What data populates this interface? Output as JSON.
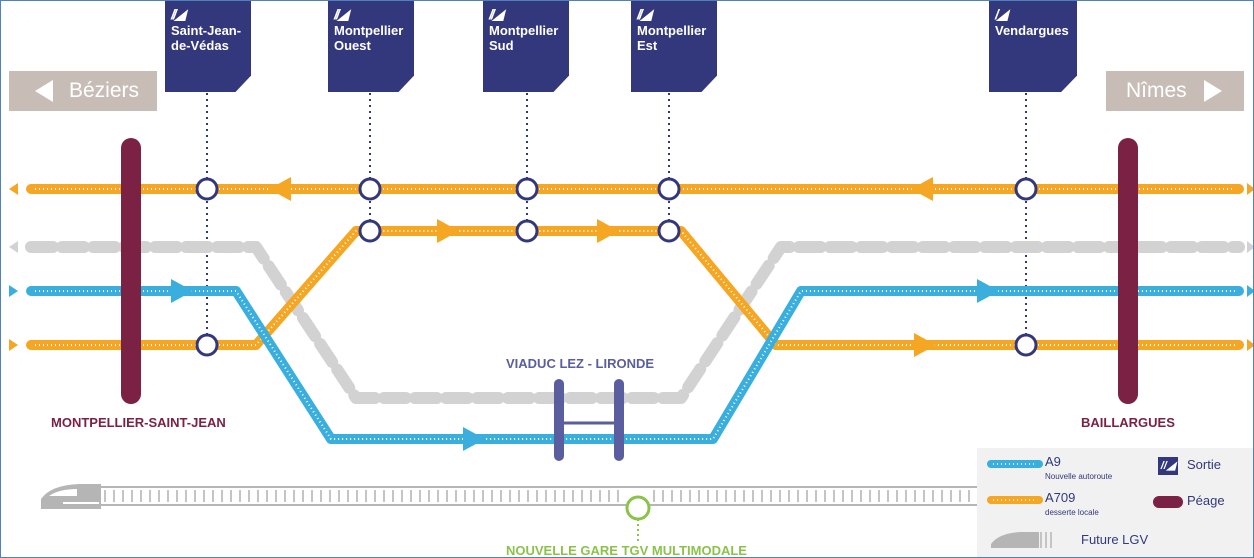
{
  "destinations": {
    "left": "Béziers",
    "right": "Nîmes"
  },
  "exits": [
    {
      "name": "Saint-Jean-de-Védas",
      "line1": "Saint-Jean-",
      "line2": "de-Védas",
      "icon": "sortie-icon"
    },
    {
      "name": "Montpellier Ouest",
      "line1": "Montpellier",
      "line2": "Ouest",
      "icon": "sortie-icon"
    },
    {
      "name": "Montpellier Sud",
      "line1": "Montpellier",
      "line2": "Sud",
      "icon": "sortie-icon"
    },
    {
      "name": "Montpellier Est",
      "line1": "Montpellier",
      "line2": "Est",
      "icon": "sortie-icon"
    },
    {
      "name": "Vendargues",
      "line1": "Vendargues",
      "line2": "",
      "icon": "sortie-icon"
    }
  ],
  "places": {
    "left_toll": "MONTPELLIER-SAINT-JEAN",
    "right_toll": "BAILLARGUES",
    "viaduct": "VIADUC LEZ - LIRONDE",
    "station": "NOUVELLE GARE TGV MULTIMODALE"
  },
  "legend": {
    "a9": {
      "name": "A9",
      "sub": "Nouvelle autoroute"
    },
    "a709": {
      "name": "A709",
      "sub": "desserte locale"
    },
    "exit": "Sortie",
    "toll": "Péage",
    "lgv": "Future LGV"
  },
  "colors": {
    "a9": "#3aafde",
    "a709": "#f5a623",
    "existing": "#d2d2d2",
    "exit_box": "#33387c",
    "toll": "#7b2244",
    "station": "#8bc34a",
    "dest": "#c8bdb6",
    "railway": "#9e9e9e"
  }
}
